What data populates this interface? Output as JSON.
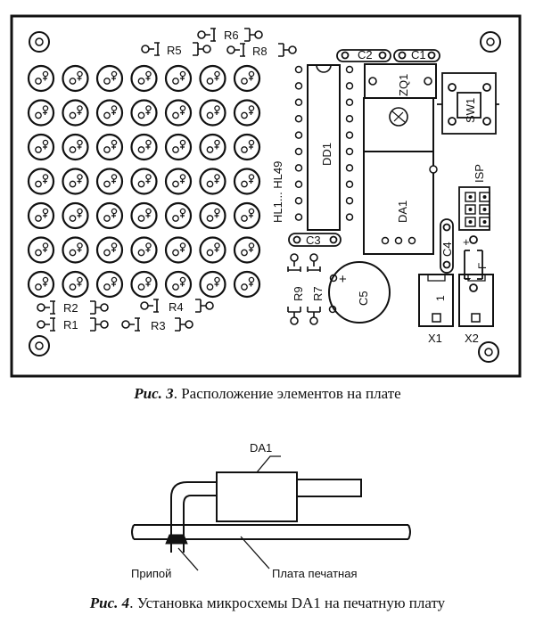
{
  "figure3": {
    "caption_number": "Рис. 3",
    "caption_text": ". Расположение элементов на плате",
    "labels": {
      "R1": "R1",
      "R2": "R2",
      "R3": "R3",
      "R4": "R4",
      "R5": "R5",
      "R6": "R6",
      "R7": "R7",
      "R8": "R8",
      "R9": "R9",
      "C1": "C1",
      "C2": "C2",
      "C3": "C3",
      "C4": "C4",
      "C5": "C5",
      "DD1": "DD1",
      "DA1": "DA1",
      "ZQ1": "ZQ1",
      "SW1": "SW1",
      "ISP": "ISP",
      "HL": "HL1... HL49",
      "X1": "X1",
      "X2": "X2",
      "pin1": "1",
      "F": "F",
      "plus": "+",
      "minus": "–"
    }
  },
  "figure4": {
    "caption_number": "Рис. 4",
    "caption_text": ". Установка микросхемы DA1 на печатную плату",
    "labels": {
      "DA1": "DA1",
      "solder": "Припой",
      "board": "Плата печатная"
    }
  }
}
